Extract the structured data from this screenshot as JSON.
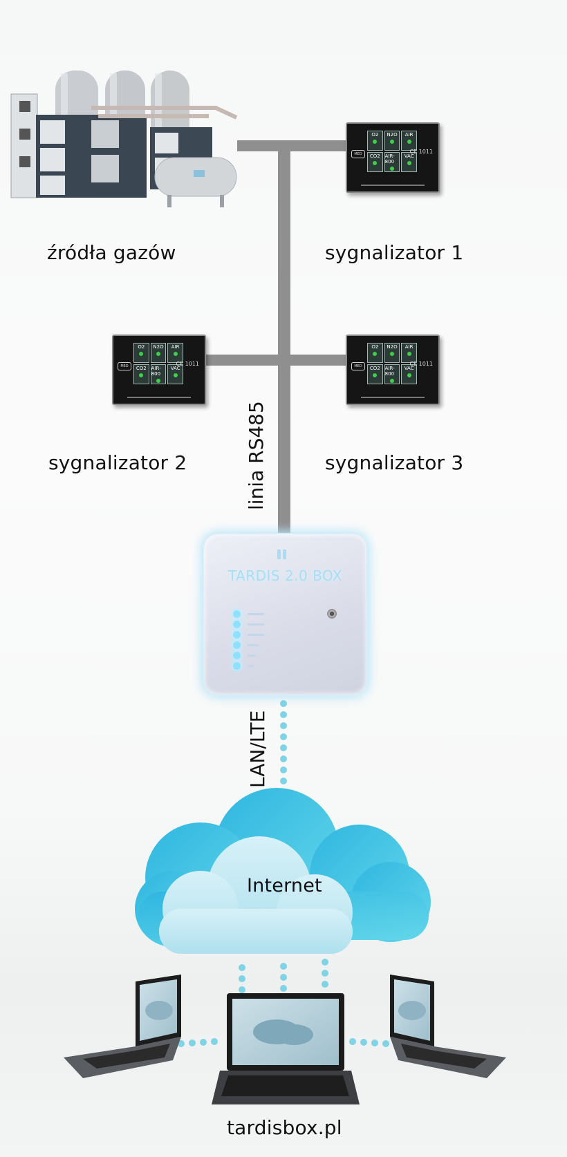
{
  "labels": {
    "gas_sources": "źródła gazów",
    "signal_1": "sygnalizator 1",
    "signal_2": "sygnalizator 2",
    "signal_3": "sygnalizator 3",
    "rs485": "linia RS485",
    "lan_lte": "LAN/LTE",
    "internet": "Internet",
    "website": "tardisbox.pl"
  },
  "panel": {
    "brand": "MED",
    "ce": "CE 1011",
    "cells": [
      "O2",
      "N2O",
      "AIR",
      "CO2",
      "AIR-800",
      "VAC"
    ]
  },
  "box": {
    "title": "TARDIS 2.0 BOX"
  },
  "colors": {
    "bus_line": "#8f8f8f",
    "dots": "#7fd3e4",
    "cloud_back": "#3dbfe3",
    "cloud_front": "#bfe7f3"
  }
}
